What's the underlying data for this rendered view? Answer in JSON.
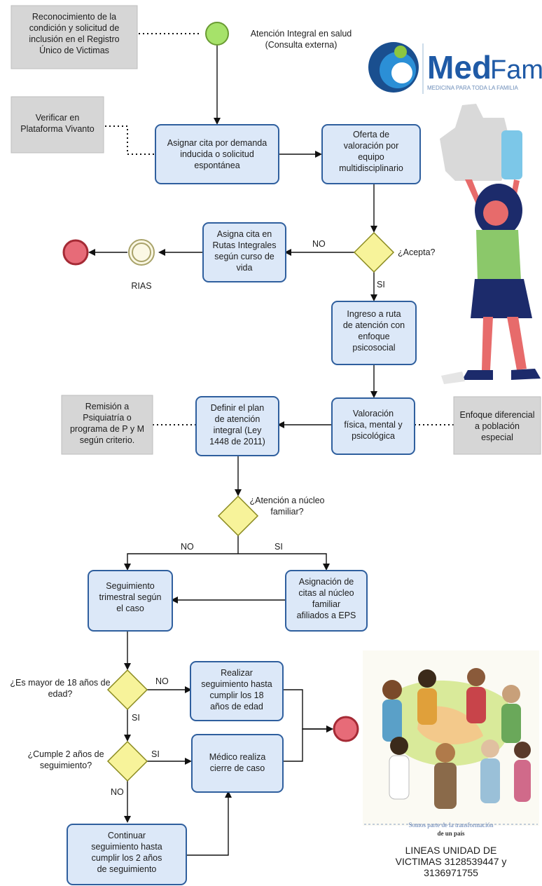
{
  "nodes": {
    "n_reconocimiento": [
      "Reconocimiento de la",
      "condición y solicitud de",
      "inclusión en el Registro",
      "Único de Victimas"
    ],
    "n_start_label": [
      "Atención Integral en salud",
      "(Consulta externa)"
    ],
    "n_verificar": [
      "Verificar en",
      "Plataforma Vivanto"
    ],
    "n_asignar": [
      "Asignar cita por demanda",
      "inducida o solicitud",
      "espontánea"
    ],
    "n_oferta": [
      "Oferta de",
      "valoración por",
      "equipo",
      "multidisciplinario"
    ],
    "n_acepta": [
      "¿Acepta?"
    ],
    "n_rutas": [
      "Asigna cita en",
      "Rutas Integrales",
      "según curso de",
      "vida"
    ],
    "n_rias": [
      "RIAS"
    ],
    "n_ingreso": [
      "Ingreso a ruta",
      "de atención con",
      "enfoque",
      "psicosocial"
    ],
    "n_valoracion": [
      "Valoración",
      "física, mental y",
      "psicológica"
    ],
    "n_enfoque": [
      "Enfoque diferencial",
      "a población",
      "especial"
    ],
    "n_definir": [
      "Definir el plan",
      "de atención",
      "integral (Ley",
      "1448 de 2011)"
    ],
    "n_remision": [
      "Remisión a",
      "Psiquiatría o",
      "programa de P y M",
      "según criterio."
    ],
    "n_nucleo_q": [
      "¿Atención a núcleo",
      "familiar?"
    ],
    "n_seguimiento": [
      "Seguimiento",
      "trimestral según",
      "el caso"
    ],
    "n_asignacion": [
      "Asignación de",
      "citas al núcleo",
      "familiar",
      "afiliados a EPS"
    ],
    "n_mayor_q": [
      "¿Es mayor de 18 años de",
      "edad?"
    ],
    "n_realizar": [
      "Realizar",
      "seguimiento hasta",
      "cumplir los 18",
      "años de edad"
    ],
    "n_cumple_q": [
      "¿Cumple 2 años de",
      "seguimiento?"
    ],
    "n_medico": [
      "Médico realiza",
      "cierre de caso"
    ],
    "n_continuar": [
      "Continuar",
      "seguimiento hasta",
      "cumplir los 2 años",
      "de seguimiento"
    ]
  },
  "edge_labels": {
    "no_acepta": "NO",
    "si_acepta": "SI",
    "no_nucleo": "NO",
    "si_nucleo": "SI",
    "no_mayor": "NO",
    "si_mayor": "SI",
    "si_cumple": "SI",
    "no_cumple": "NO"
  },
  "logo": {
    "brand_a": "Med",
    "brand_b": "Fam",
    "tagline": "MEDICINA PARA TODA LA FAMILIA"
  },
  "illustration": {
    "banner": "Somos parte de la transformación",
    "banner2": "de un país"
  },
  "contact": [
    "LINEAS UNIDAD DE",
    "VICTIMAS 3128539447 y",
    "3136971755"
  ],
  "colors": {
    "box_fill": "#dce8f8",
    "box_stroke": "#2f5f9e",
    "start": "#a6e26a",
    "end": "#e76b78",
    "decision": "#f7f39a",
    "note": "#d6d6d6"
  }
}
